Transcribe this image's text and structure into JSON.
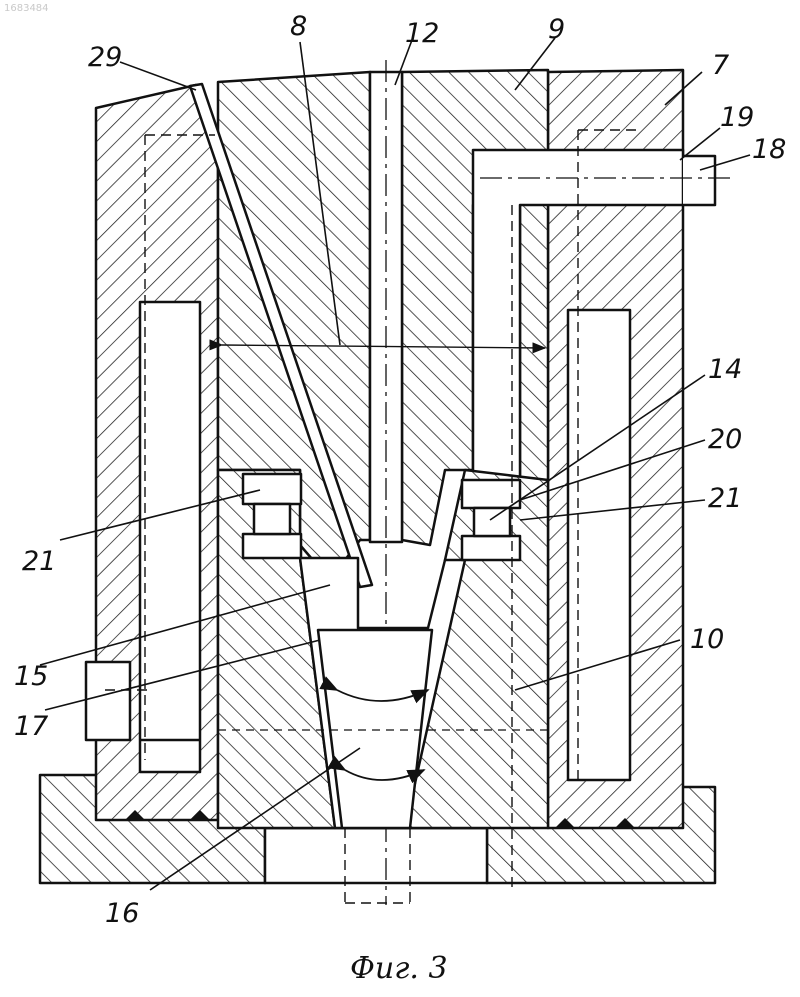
{
  "watermark": "1683484",
  "caption": "Фиг. 3",
  "labels": {
    "l29": "29",
    "l8": "8",
    "l12": "12",
    "l9": "9",
    "l7": "7",
    "l19": "19",
    "l18": "18",
    "l14": "14",
    "l20": "20",
    "l21_right": "21",
    "l21_left": "21",
    "l15": "15",
    "l17": "17",
    "l10": "10",
    "l16": "16"
  }
}
